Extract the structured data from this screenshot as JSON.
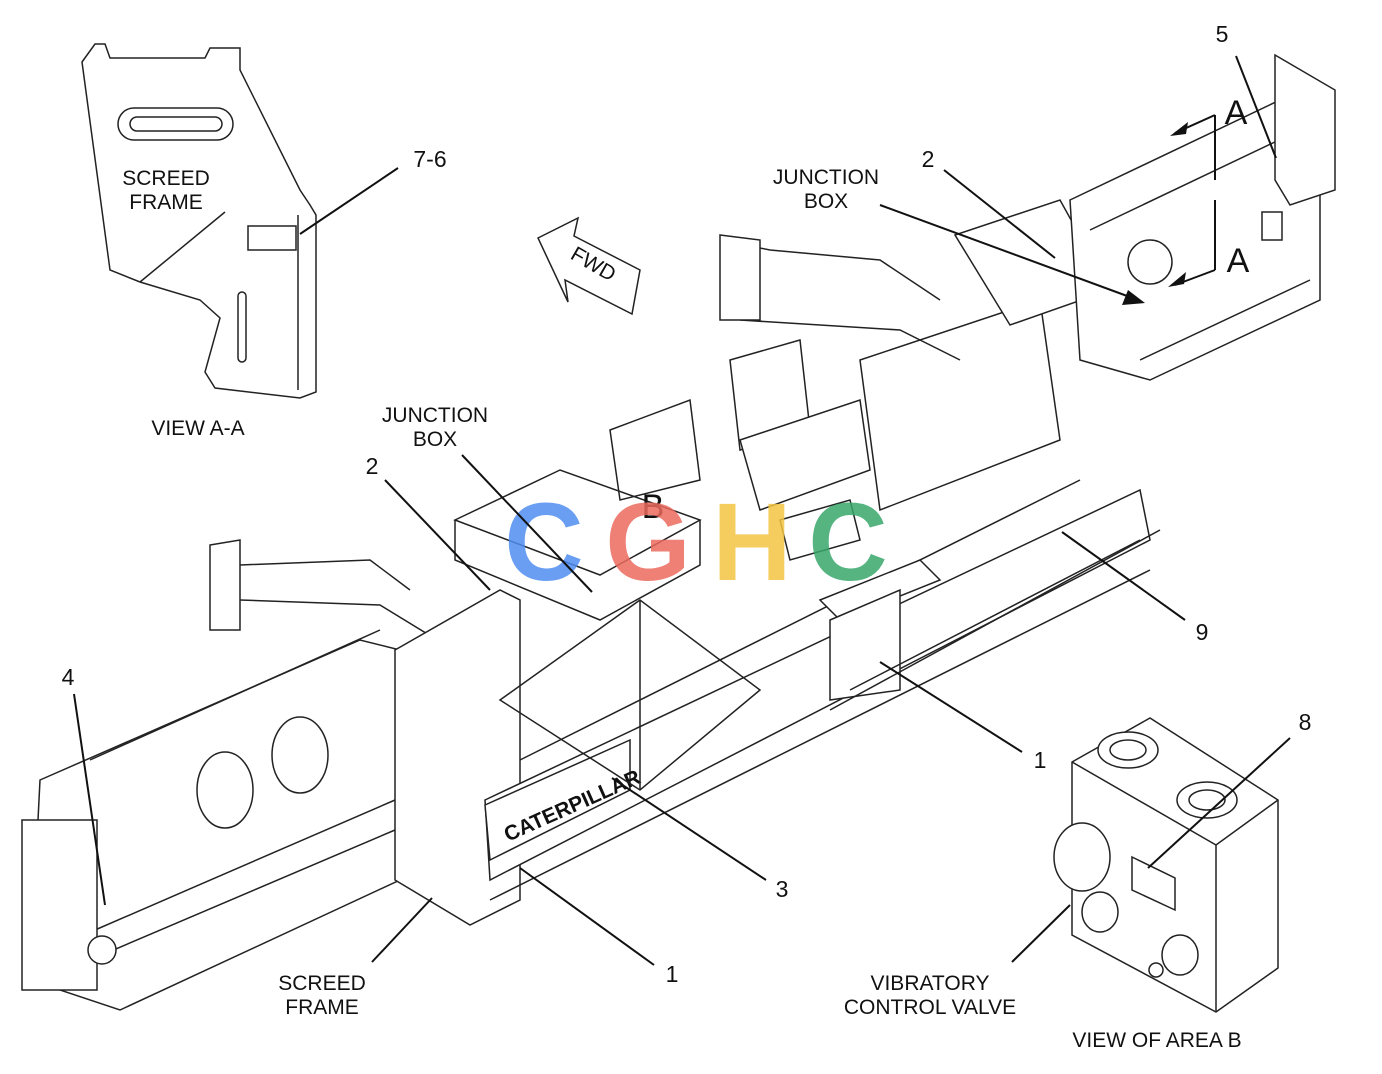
{
  "view_aa": {
    "frame_label_line1": "SCREED",
    "frame_label_line2": "FRAME",
    "callout": "7-6",
    "title": "VIEW  A-A"
  },
  "main": {
    "fwd_arrow_text": "FWD",
    "junction_box_left": {
      "line1": "JUNCTION",
      "line2": "BOX"
    },
    "junction_box_right": {
      "line1": "JUNCTION",
      "line2": "BOX"
    },
    "section_letter_top": "A",
    "section_letter_bottom": "A",
    "detail_letter": "B",
    "brand_text": "CATERPILLAR",
    "screed_frame": {
      "line1": "SCREED",
      "line2": "FRAME"
    },
    "callouts": {
      "c2_left": "2",
      "c2_right": "2",
      "c4": "4",
      "c5": "5",
      "c9": "9",
      "c1_right": "1",
      "c1_bottom": "1",
      "c3": "3"
    }
  },
  "view_b": {
    "valve_label_line1": "VIBRATORY",
    "valve_label_line2": "CONTROL VALVE",
    "callout": "8",
    "title": "VIEW OF AREA B"
  },
  "watermark": {
    "letters": [
      "C",
      "G",
      "H",
      "C"
    ],
    "colors": [
      "#4f8ef0",
      "#ec6a5e",
      "#f4c542",
      "#38a86b"
    ]
  }
}
